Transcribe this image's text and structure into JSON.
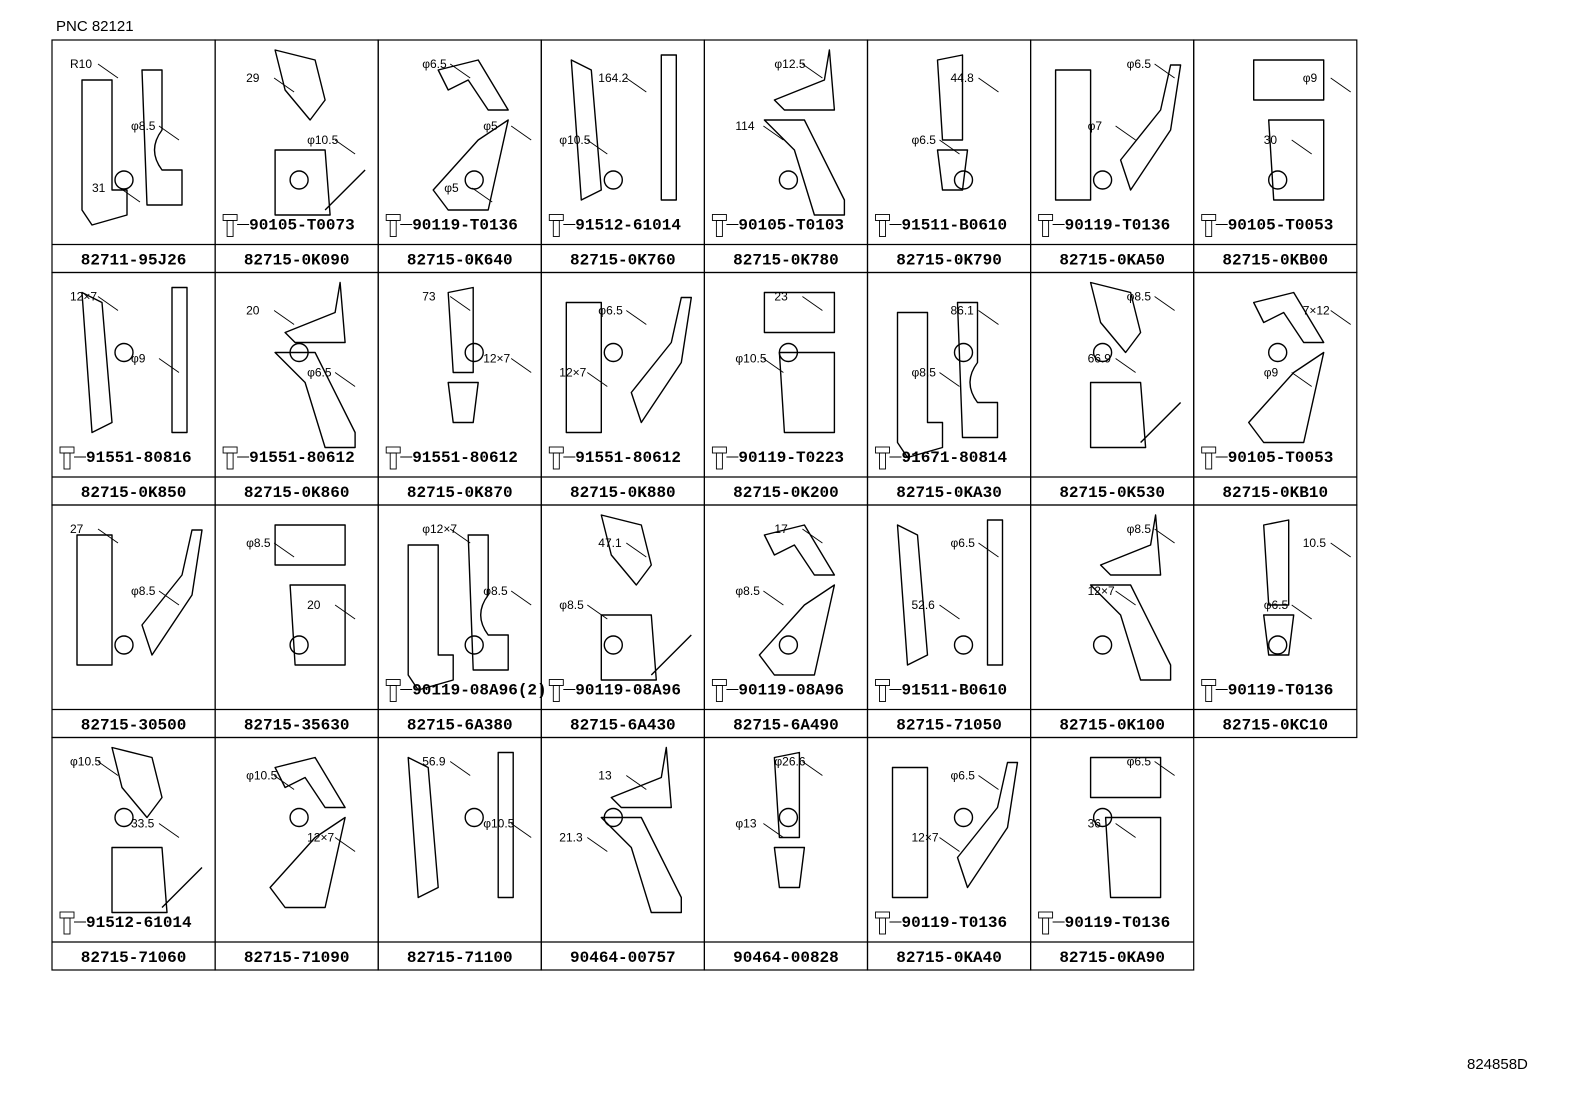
{
  "pnc_label": "PNC 82121",
  "figure_ref": "824858D",
  "rows": [
    [
      {
        "part": "82711-95J26",
        "bolt": "",
        "dims": [
          "R10",
          "φ8.5",
          "31"
        ]
      },
      {
        "part": "82715-0K090",
        "bolt": "90105-T0073",
        "dims": [
          "29",
          "φ10.5"
        ]
      },
      {
        "part": "82715-0K640",
        "bolt": "90119-T0136",
        "dims": [
          "φ6.5",
          "φ5",
          "φ5"
        ]
      },
      {
        "part": "82715-0K760",
        "bolt": "91512-61014",
        "dims": [
          "164.2",
          "φ10.5"
        ]
      },
      {
        "part": "82715-0K780",
        "bolt": "90105-T0103",
        "dims": [
          "φ12.5",
          "114"
        ]
      },
      {
        "part": "82715-0K790",
        "bolt": "91511-B0610",
        "dims": [
          "44.8",
          "φ6.5"
        ]
      },
      {
        "part": "82715-0KA50",
        "bolt": "90119-T0136",
        "dims": [
          "φ6.5",
          "φ7"
        ]
      },
      {
        "part": "82715-0KB00",
        "bolt": "90105-T0053",
        "dims": [
          "φ9",
          "30"
        ]
      }
    ],
    [
      {
        "part": "82715-0K850",
        "bolt": "91551-80816",
        "dims": [
          "12×7",
          "φ9"
        ]
      },
      {
        "part": "82715-0K860",
        "bolt": "91551-80612",
        "dims": [
          "20",
          "φ6.5"
        ]
      },
      {
        "part": "82715-0K870",
        "bolt": "91551-80612",
        "dims": [
          "73",
          "12×7"
        ]
      },
      {
        "part": "82715-0K880",
        "bolt": "91551-80612",
        "dims": [
          "φ6.5",
          "12×7"
        ]
      },
      {
        "part": "82715-0K200",
        "bolt": "90119-T0223",
        "dims": [
          "23",
          "φ10.5"
        ]
      },
      {
        "part": "82715-0KA30",
        "bolt": "91671-80814",
        "dims": [
          "86.1",
          "φ8.5"
        ]
      },
      {
        "part": "82715-0K530",
        "bolt": "",
        "dims": [
          "φ8.5",
          "66.9"
        ]
      },
      {
        "part": "82715-0KB10",
        "bolt": "90105-T0053",
        "dims": [
          "7×12",
          "φ9"
        ]
      }
    ],
    [
      {
        "part": "82715-30500",
        "bolt": "",
        "dims": [
          "27",
          "φ8.5"
        ]
      },
      {
        "part": "82715-35630",
        "bolt": "",
        "dims": [
          "φ8.5",
          "20"
        ]
      },
      {
        "part": "82715-6A380",
        "bolt": "90119-08A96(2)",
        "dims": [
          "φ12×7",
          "φ8.5"
        ]
      },
      {
        "part": "82715-6A430",
        "bolt": "90119-08A96",
        "dims": [
          "47.1",
          "φ8.5"
        ]
      },
      {
        "part": "82715-6A490",
        "bolt": "90119-08A96",
        "dims": [
          "17",
          "φ8.5"
        ]
      },
      {
        "part": "82715-71050",
        "bolt": "91511-B0610",
        "dims": [
          "φ6.5",
          "52.6"
        ]
      },
      {
        "part": "82715-0K100",
        "bolt": "",
        "dims": [
          "φ8.5",
          "12×7"
        ]
      },
      {
        "part": "82715-0KC10",
        "bolt": "90119-T0136",
        "dims": [
          "10.5",
          "φ6.5"
        ]
      }
    ],
    [
      {
        "part": "82715-71060",
        "bolt": "91512-61014",
        "dims": [
          "φ10.5",
          "33.5"
        ]
      },
      {
        "part": "82715-71090",
        "bolt": "",
        "dims": [
          "φ10.5",
          "12×7"
        ]
      },
      {
        "part": "82715-71100",
        "bolt": "",
        "dims": [
          "56.9",
          "φ10.5"
        ]
      },
      {
        "part": "90464-00757",
        "bolt": "",
        "dims": [
          "13",
          "21.3"
        ]
      },
      {
        "part": "90464-00828",
        "bolt": "",
        "dims": [
          "φ26.6",
          "φ13"
        ]
      },
      {
        "part": "82715-0KA40",
        "bolt": "90119-T0136",
        "dims": [
          "φ6.5",
          "12×7"
        ]
      },
      {
        "part": "82715-0KA90",
        "bolt": "90119-T0136",
        "dims": [
          "φ6.5",
          "36"
        ]
      }
    ]
  ]
}
